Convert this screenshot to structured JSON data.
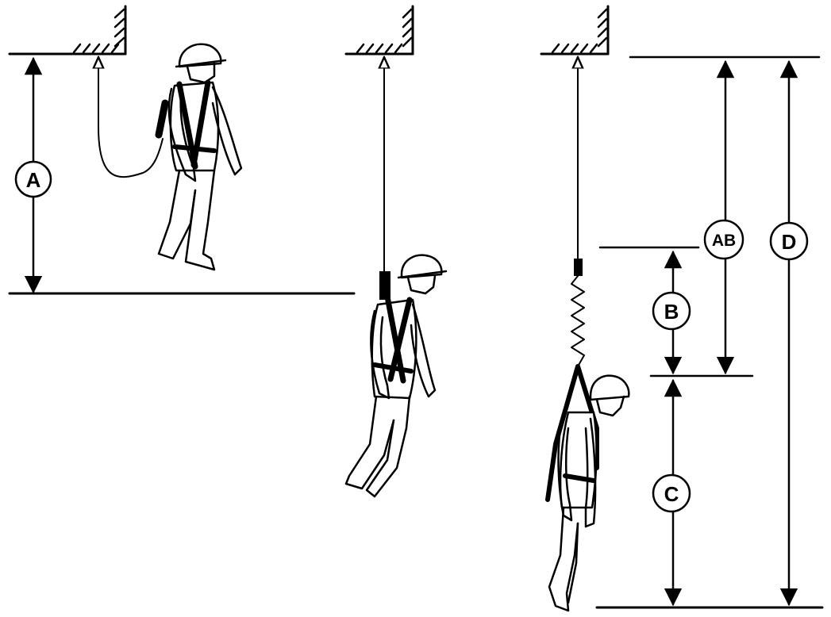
{
  "labels": {
    "a": "A",
    "ab": "AB",
    "b": "B",
    "c": "C",
    "d": "D"
  },
  "colors": {
    "ink": "#000000",
    "background": "#ffffff"
  },
  "figures": [
    {
      "name": "worker-standing",
      "description_icon": "worker-walking-icon"
    },
    {
      "name": "worker-falling",
      "description_icon": "worker-falling-icon"
    },
    {
      "name": "worker-suspended",
      "description_icon": "worker-hanging-icon"
    }
  ]
}
